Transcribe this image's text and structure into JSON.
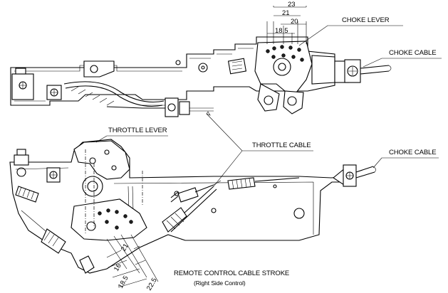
{
  "labels": {
    "choke_lever": "CHOKE LEVER",
    "choke_cable_top": "CHOKE CABLE",
    "throttle_lever": "THROTTLE LEVER",
    "throttle_cable": "THROTTLE CABLE",
    "choke_cable_bottom": "CHOKE CABLE",
    "stroke_title": "REMOTE CONTROL CABLE STROKE",
    "stroke_subtitle": "(Right Side Control)"
  },
  "dimensions_top": {
    "d23": "23",
    "d21": "21",
    "d20": "20",
    "d18_5": "18.5"
  },
  "dimensions_bottom": {
    "d21": "21",
    "d16": "16",
    "d18_5": "18.5",
    "d22_5": "22.5"
  }
}
